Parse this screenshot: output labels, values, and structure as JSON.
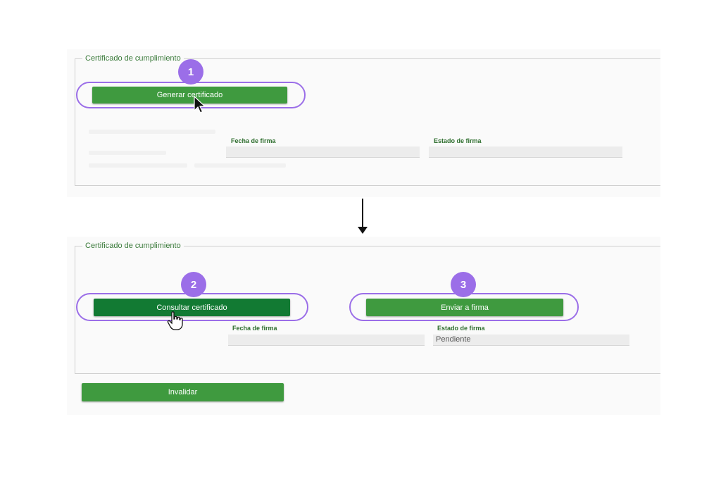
{
  "step_before": {
    "legend": "Certificado de cumplimiento",
    "badge": "1",
    "generate_button": "Generar certificado",
    "fecha_label": "Fecha de firma",
    "fecha_value": "",
    "estado_label": "Estado de firma",
    "estado_value": ""
  },
  "step_after": {
    "legend": "Certificado de cumplimiento",
    "badge_consult": "2",
    "consult_button": "Consultar certificado",
    "badge_send": "3",
    "send_button": "Enviar a firma",
    "fecha_label": "Fecha de firma",
    "fecha_value": "",
    "estado_label": "Estado de firma",
    "estado_value": "Pendiente",
    "invalidate_button": "Invalidar"
  },
  "icons": [
    "arrow-pointer-icon",
    "down-arrow-icon",
    "hand-pointer-icon"
  ],
  "colors": {
    "button_green": "#3f9a3f",
    "button_dark_green": "#127a33",
    "highlight_purple": "#9b6ee8",
    "label_green": "#2e6e2e"
  }
}
